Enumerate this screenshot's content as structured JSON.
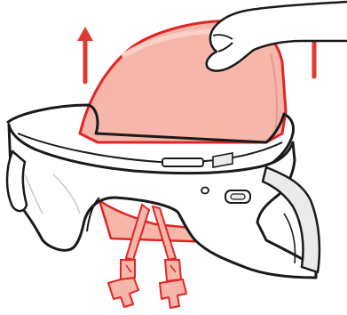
{
  "illustration": {
    "subject": "removing-seat-pad-from-shell",
    "colors": {
      "outline": "#1a1a1a",
      "pad_fill": "#f6b6aa",
      "pad_fill_light": "#f9cfc6",
      "pad_edge": "#e32424",
      "arrow": "#e03a2f",
      "shell_fill": "#ffffff",
      "shell_shadow": "#eaeaea",
      "strap_fill": "#f6b6aa"
    },
    "icons": [
      "up-arrow-left",
      "up-arrow-right",
      "hand",
      "seat-pad",
      "seat-shell",
      "harness-strap-left",
      "harness-strap-right"
    ]
  }
}
